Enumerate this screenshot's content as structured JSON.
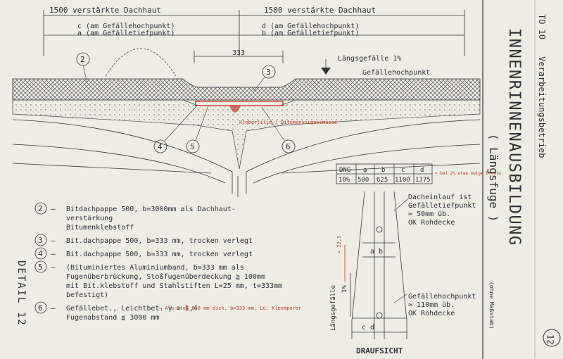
{
  "dimension_labels": {
    "left_top": "1500 verstärkte Dachhaut",
    "right_top": "1500 verstärkte Dachhaut",
    "left_line1": "c (am Gefällehochpunkt)",
    "left_line2": "a (am Gefälletiefpunkt)",
    "right_line1": "d (am Gefällehochpunkt)",
    "right_line2": "b (am Gefälletiefpunkt)",
    "width_333": "333",
    "slope": "Längsgefälle 1%",
    "gefaelle_hochpunkt": "Gefällehochpunkt"
  },
  "callouts": [
    "2",
    "3",
    "4",
    "5",
    "6"
  ],
  "red_annotation": "Kleberlilie / Bitumenvergussmasse",
  "title_block": {
    "project": "TO 10",
    "company": "Verarbeitungsbetrieb",
    "title": "INNENRINNENAUSBILDUNG",
    "subtitle": "( Längsfuge )",
    "scale_note": "(ohne Maßstab)",
    "sheet_number": "12"
  },
  "detail_label": "DETAIL 12",
  "table": {
    "headers": [
      "DNG",
      "a",
      "b",
      "c",
      "d"
    ],
    "row": [
      "10%",
      "500",
      "625",
      "1100",
      "1375"
    ],
    "note": "= bei 2% etwa ewige Breite"
  },
  "legend": [
    {
      "num": "2",
      "lines": [
        "Bitdachpappe 500, b=3000mm als Dachhaut-",
        "verstärkung",
        "Bitumenklebstoff"
      ]
    },
    {
      "num": "3",
      "lines": [
        "Bit.dachpappe 500, b=333 mm, trocken verlegt"
      ]
    },
    {
      "num": "4",
      "lines": [
        "Bit.dachpappe 500, b=333 mm, trocken verlegt"
      ]
    },
    {
      "num": "5",
      "lines": [
        "(Bituminiertes Aluminiumband, b=333 mm als",
        "Fugenüberbrückung, Stoßfugenüberdeckung ≧ 100mm",
        "mit Bit.klebstoff und Stahlstiften L=25 mm, t=333mm",
        "befestigt)"
      ]
    },
    {
      "num": "6",
      "lines": [
        "Gefällebet., Leichtbet. γ = 1,4",
        "Fugenabstand ≦ 3000 mm"
      ]
    }
  ],
  "legend5_red_note": "→ Alu-Stoß 0,8 mm dick, b=333 mm, Lü: Kleemporor",
  "plan_notes": {
    "top1": "Dacheinlauf ist",
    "top2": "Gefälletiefpunkt",
    "top3": "≈ 50mm üb.",
    "top4": "OK Rohdecke",
    "bot1": "Gefällehochpunkt",
    "bot2": "≈ 110mm üb.",
    "bot3": "OK Rohdecke",
    "slope_label": "Längsgefälle",
    "slope_value": "1%",
    "red_len": "≈ 22,5",
    "ab": "a   b",
    "cd": "c   d",
    "view_label": "DRAUFSICHT"
  }
}
